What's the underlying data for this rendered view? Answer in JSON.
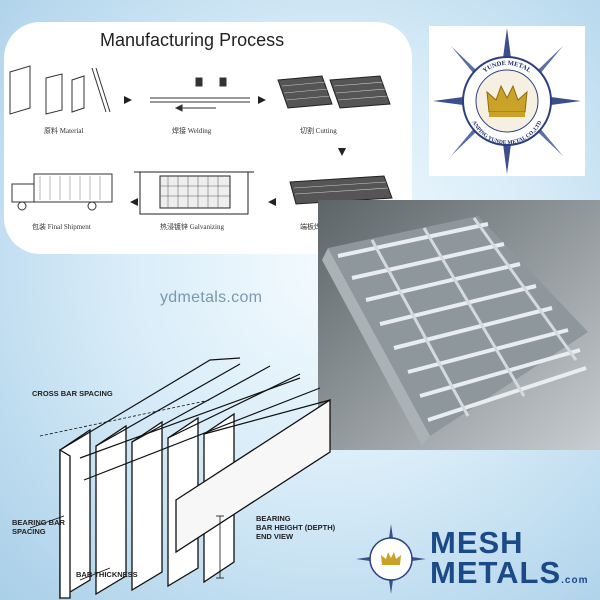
{
  "process": {
    "title": "Manufacturing Process",
    "steps": [
      {
        "label": "原料 Material"
      },
      {
        "label": "焊接 Welding"
      },
      {
        "label": "切割 Cutting"
      },
      {
        "label": "包装 Final Shipment"
      },
      {
        "label": "热浸镀锌 Galvanizing"
      },
      {
        "label": "端板焊接 End"
      }
    ]
  },
  "watermark": "ydmetals.com",
  "logo": {
    "text_top": "YUNDE METAL",
    "text_bottom": "ANPING YUNDE METAL CO.,LTD"
  },
  "diagram": {
    "labels": {
      "cross_bar_spacing": "CROSS BAR SPACING",
      "bearing_bar_spacing_1": "BEARING BAR",
      "bearing_bar_spacing_2": "SPACING",
      "bar_thickness": "BAR THICKNESS",
      "bearing_bar_height_1": "BEARING",
      "bearing_bar_height_2": "BAR HEIGHT (DEPTH)",
      "bearing_bar_height_3": "END VIEW"
    }
  },
  "brand": {
    "line1": "MESH",
    "line2": "METALS",
    "suffix": ".com"
  },
  "colors": {
    "brand_blue": "#1b4a86",
    "logo_gold": "#c9a227"
  }
}
